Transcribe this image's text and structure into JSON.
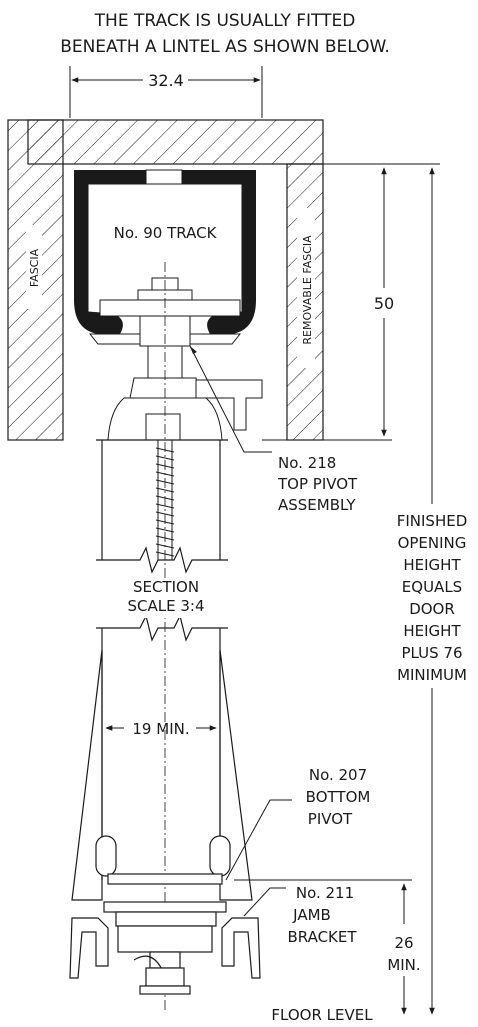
{
  "header": {
    "line1": "THE TRACK IS USUALLY FITTED",
    "line2": "BENEATH A LINTEL AS SHOWN BELOW."
  },
  "labels": {
    "fascia": "FASCIA",
    "removable_fascia": "REMOVABLE FASCIA",
    "track": "No. 90 TRACK",
    "top_pivot": [
      "No. 218",
      "TOP PIVOT",
      "ASSEMBLY"
    ],
    "section": [
      "SECTION",
      "SCALE 3:4"
    ],
    "bottom_pivot": [
      "No. 207",
      "BOTTOM",
      "PIVOT"
    ],
    "jamb_bracket": [
      "No. 211",
      "JAMB",
      "BRACKET"
    ],
    "floor_level": "FLOOR LEVEL",
    "opening_note": [
      "FINISHED",
      "OPENING",
      "HEIGHT",
      "EQUALS",
      "DOOR",
      "HEIGHT",
      "PLUS 76",
      "MINIMUM"
    ]
  },
  "dimensions": {
    "track_width": "32.4",
    "track_height": "50",
    "door_min": "19 MIN.",
    "floor_clear": [
      "26",
      "MIN."
    ]
  }
}
